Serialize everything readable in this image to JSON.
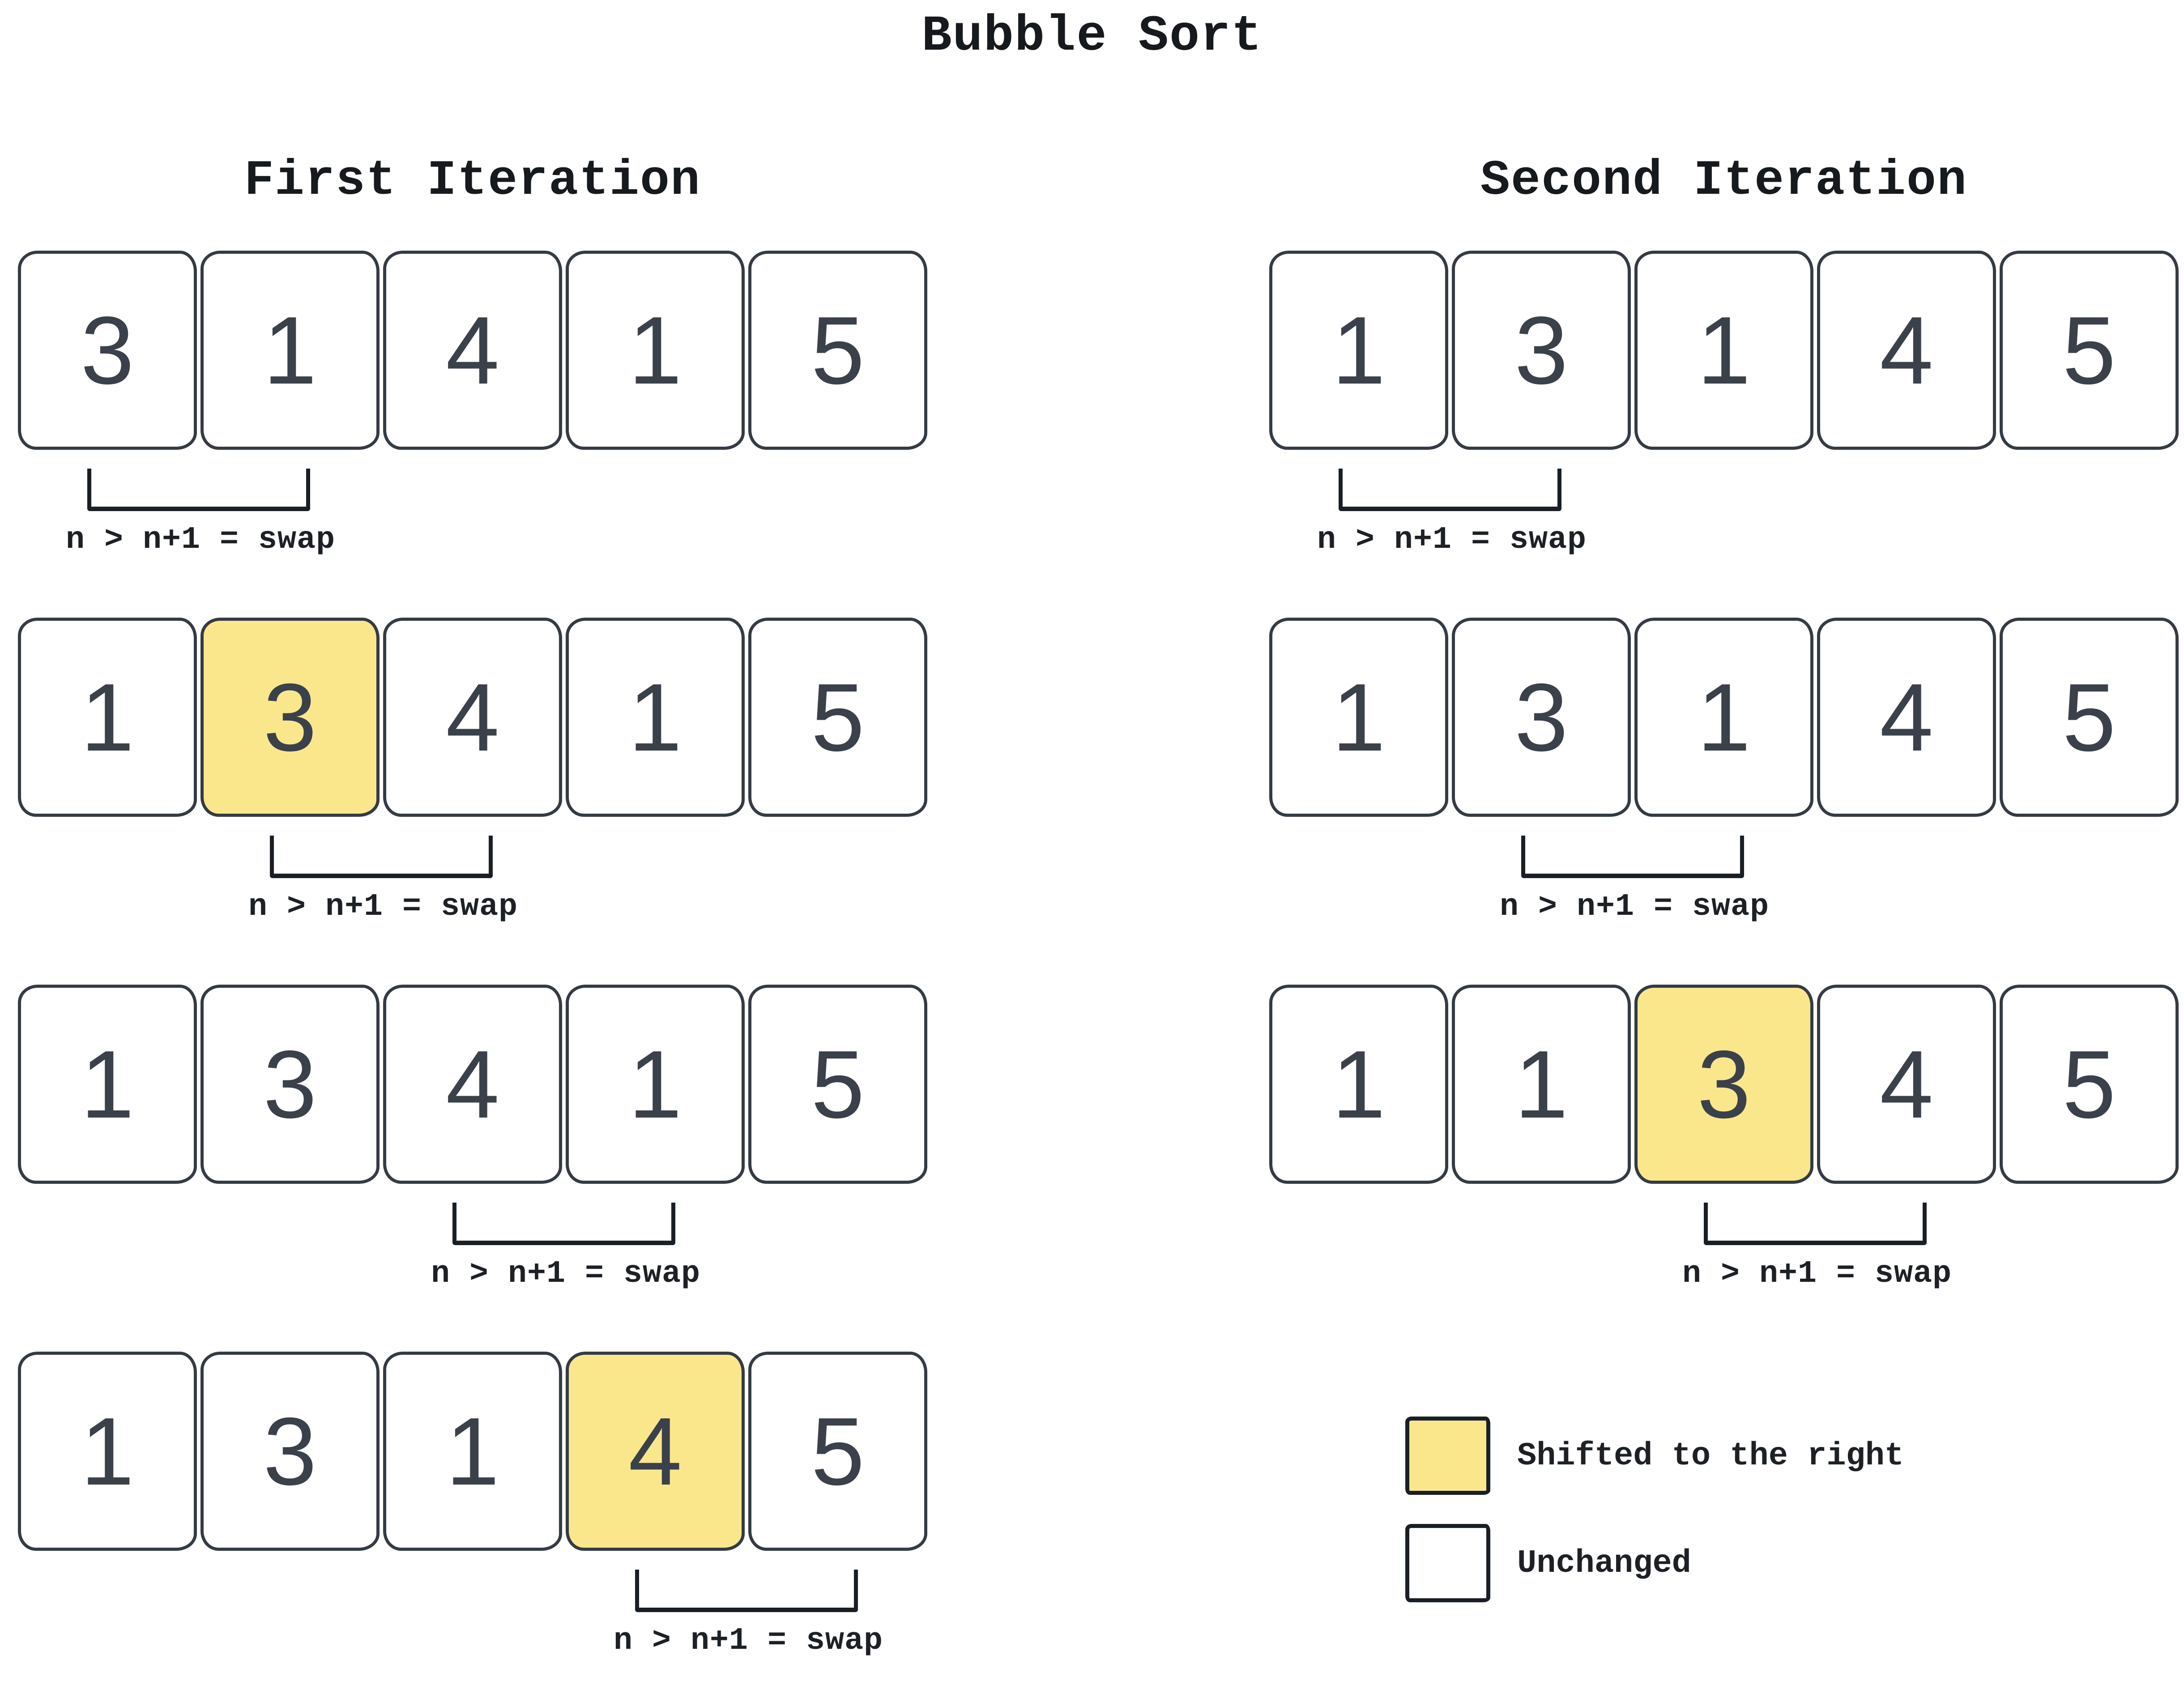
{
  "title": "Bubble Sort",
  "swap_label": "n > n+1 = swap",
  "colors": {
    "highlight_fill": "#fae78c",
    "box_border": "#343b44",
    "digit": "#3a414b",
    "text": "#16191d",
    "bracket": "#1a1f26",
    "background": "#ffffff"
  },
  "columns": [
    {
      "heading": "First Iteration",
      "steps": [
        {
          "values": [
            "3",
            "1",
            "4",
            "1",
            "5"
          ],
          "highlight": -1,
          "compare": [
            0,
            1
          ],
          "label": "n > n+1 = swap"
        },
        {
          "values": [
            "1",
            "3",
            "4",
            "1",
            "5"
          ],
          "highlight": 1,
          "compare": [
            1,
            2
          ],
          "label": "n > n+1 = swap"
        },
        {
          "values": [
            "1",
            "3",
            "4",
            "1",
            "5"
          ],
          "highlight": -1,
          "compare": [
            2,
            3
          ],
          "label": "n > n+1 = swap"
        },
        {
          "values": [
            "1",
            "3",
            "1",
            "4",
            "5"
          ],
          "highlight": 3,
          "compare": [
            3,
            4
          ],
          "label": "n > n+1 = swap"
        }
      ]
    },
    {
      "heading": "Second Iteration",
      "steps": [
        {
          "values": [
            "1",
            "3",
            "1",
            "4",
            "5"
          ],
          "highlight": -1,
          "compare": [
            0,
            1
          ],
          "label": "n > n+1 = swap"
        },
        {
          "values": [
            "1",
            "3",
            "1",
            "4",
            "5"
          ],
          "highlight": -1,
          "compare": [
            1,
            2
          ],
          "label": "n > n+1 = swap"
        },
        {
          "values": [
            "1",
            "1",
            "3",
            "4",
            "5"
          ],
          "highlight": 2,
          "compare": [
            2,
            3
          ],
          "label": "n > n+1 = swap"
        }
      ]
    }
  ],
  "legend": {
    "items": [
      {
        "kind": "shifted",
        "label": "Shifted to the right"
      },
      {
        "kind": "unchanged",
        "label": "Unchanged"
      }
    ]
  }
}
